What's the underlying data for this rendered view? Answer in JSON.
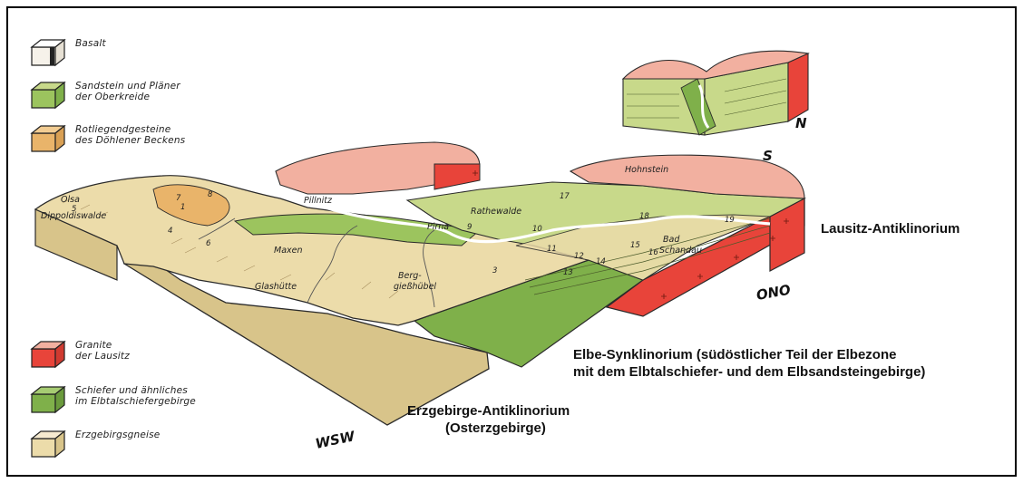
{
  "legend": {
    "basalt": [
      "Basalt"
    ],
    "sandstein": [
      "Sandstein und Pläner",
      "der Oberkreide"
    ],
    "rotliegend": [
      "Rotliegendgesteine",
      "des Döhlener Beckens"
    ],
    "granite": [
      "Granite",
      "der Lausitz"
    ],
    "schiefer": [
      "Schiefer und ähnliches",
      "im Elbtalschiefergebirge"
    ],
    "gneise": [
      "Erzgebirgsgneise"
    ]
  },
  "regions": {
    "lausitz": "Lausitz-Antiklinorium",
    "elbe_line1": "Elbe-Synklinorium (südöstlicher Teil der Elbezone",
    "elbe_line2": "mit dem Elbtalschiefer- und dem Elbsandsteingebirge)",
    "erz_line1": "Erzgebirge-Antiklinorium",
    "erz_line2": "(Osterzgebirge)"
  },
  "places": {
    "olsa": "Olsa",
    "dippoldiswalde": "Dippoldiswalde",
    "pillnitz": "Pillnitz",
    "pirna": "Pirna",
    "maxen": "Maxen",
    "glashuette": "Glashütte",
    "berggiesshuebel_1": "Berg-",
    "berggiesshuebel_2": "gießhübel",
    "rathewalde": "Rathewalde",
    "hohnstein": "Hohnstein",
    "bad": "Bad",
    "schandau": "Schandau"
  },
  "numbers": {
    "n1": "1",
    "n3": "3",
    "n4": "4",
    "n5": "5",
    "n6": "6",
    "n7": "7",
    "n8": "8",
    "n9": "9",
    "n10": "10",
    "n11": "11",
    "n12": "12",
    "n13": "13",
    "n14": "14",
    "n15": "15",
    "n16": "16",
    "n17": "17",
    "n18": "18",
    "n19": "19"
  },
  "compass": {
    "wsw": "WSW",
    "ono": "ONO",
    "n": "N",
    "s": "S"
  },
  "colors": {
    "granite": "#e8443a",
    "granite_light": "#f2b0a0",
    "schiefer": "#7fb04a",
    "sandstein": "#c8d98a",
    "rotliegend": "#e9b46a",
    "gneise": "#ecdcaa",
    "gneise_side": "#d8c48a",
    "gneise_dark": "#c9b27a",
    "basalt": "#f6f2ea"
  }
}
